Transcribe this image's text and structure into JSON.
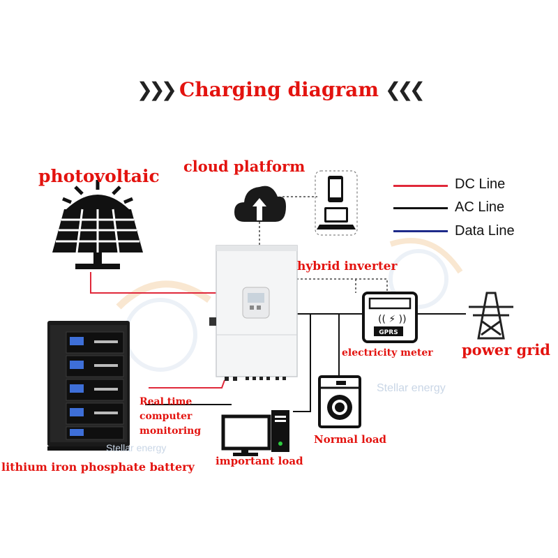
{
  "title": {
    "left_arrows": "❯❯❯",
    "text": "Charging diagram",
    "right_arrows": "❮❮❮"
  },
  "labels": {
    "photovoltaic": "photovoltaic",
    "cloud_platform": "cloud platform",
    "hybrid_inverter": "hybrid inverter",
    "electricity_meter": "electricity meter",
    "power_grid": "power grid",
    "real_time_monitoring": [
      "Real time",
      "computer",
      "monitoring"
    ],
    "normal_load": "Normal load",
    "important_load": "important load",
    "battery": "lithium iron phosphate battery"
  },
  "legend": [
    {
      "label": "DC Line",
      "color": "#e0283a"
    },
    {
      "label": "AC Line",
      "color": "#111111"
    },
    {
      "label": "Data Line",
      "color": "#1d2a8a"
    }
  ],
  "meter_badge": "GPRS",
  "watermark": "Stellar energy"
}
